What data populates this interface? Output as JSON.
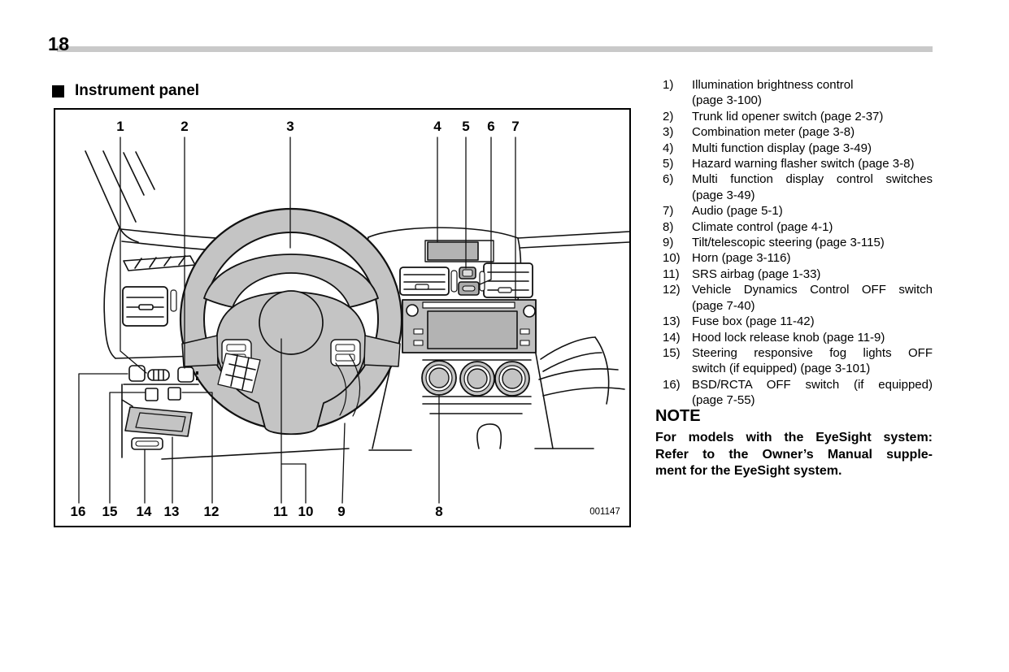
{
  "page": {
    "number": "18"
  },
  "section": {
    "title": "Instrument panel"
  },
  "colors": {
    "header_bar": "#c9c9c9",
    "diagram_gray": "#c4c4c4",
    "text": "#000000"
  },
  "diagram": {
    "figure_number": "001147",
    "callouts": [
      "1",
      "2",
      "3",
      "4",
      "5",
      "6",
      "7",
      "8",
      "9",
      "10",
      "11",
      "12",
      "13",
      "14",
      "15",
      "16"
    ]
  },
  "legend": {
    "items": [
      {
        "num": "1)",
        "lines": [
          "Illumination brightness control",
          "(page 3-100)"
        ],
        "just": [
          false,
          false
        ]
      },
      {
        "num": "2)",
        "lines": [
          "Trunk lid opener switch (page 2-37)"
        ],
        "just": [
          false
        ]
      },
      {
        "num": "3)",
        "lines": [
          "Combination meter (page 3-8)"
        ],
        "just": [
          false
        ]
      },
      {
        "num": "4)",
        "lines": [
          "Multi function display (page 3-49)"
        ],
        "just": [
          false
        ]
      },
      {
        "num": "5)",
        "lines": [
          "Hazard warning flasher switch (page 3-8)"
        ],
        "just": [
          false
        ]
      },
      {
        "num": "6)",
        "lines": [
          "Multi function display control switches",
          "(page 3-49)"
        ],
        "just": [
          true,
          false
        ]
      },
      {
        "num": "7)",
        "lines": [
          "Audio (page 5-1)"
        ],
        "just": [
          false
        ]
      },
      {
        "num": "8)",
        "lines": [
          "Climate control (page 4-1)"
        ],
        "just": [
          false
        ]
      },
      {
        "num": "9)",
        "lines": [
          "Tilt/telescopic steering (page 3-115)"
        ],
        "just": [
          false
        ]
      },
      {
        "num": "10)",
        "lines": [
          "Horn (page 3-116)"
        ],
        "just": [
          false
        ]
      },
      {
        "num": "11)",
        "lines": [
          "SRS airbag (page 1-33)"
        ],
        "just": [
          false
        ]
      },
      {
        "num": "12)",
        "lines": [
          "Vehicle Dynamics Control OFF switch",
          "(page 7-40)"
        ],
        "just": [
          true,
          false
        ]
      },
      {
        "num": "13)",
        "lines": [
          "Fuse box (page 11-42)"
        ],
        "just": [
          false
        ]
      },
      {
        "num": "14)",
        "lines": [
          "Hood lock release knob (page 11-9)"
        ],
        "just": [
          false
        ]
      },
      {
        "num": "15)",
        "lines": [
          "Steering responsive fog lights OFF",
          "switch (if equipped) (page 3-101)"
        ],
        "just": [
          true,
          false
        ]
      },
      {
        "num": "16)",
        "lines": [
          "BSD/RCTA OFF switch (if equipped)",
          "(page 7-55)"
        ],
        "just": [
          true,
          false
        ]
      }
    ]
  },
  "note": {
    "title": "NOTE",
    "lines": [
      "For models with the EyeSight system:",
      "Refer to the Owner’s Manual supple-",
      "ment for the EyeSight system."
    ],
    "just": [
      true,
      true,
      false
    ]
  }
}
